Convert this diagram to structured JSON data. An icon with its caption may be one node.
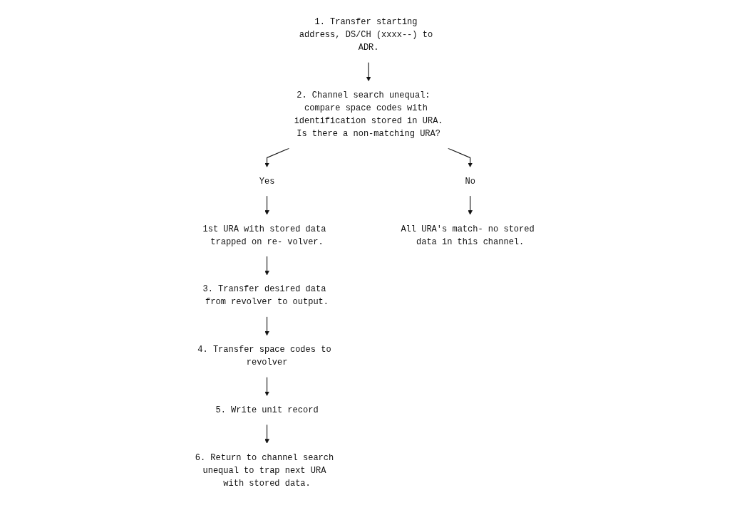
{
  "diagram": {
    "nodes": [
      {
        "text": [
          "1. Transfer starting address, DS/CH (xxxx--) to ADR."
        ]
      },
      {
        "text": [
          "2. Channel search unequal:  compare space codes with identification stored in URA.",
          "Is there a non-matching URA?"
        ]
      },
      {
        "text": [
          "Yes"
        ]
      },
      {
        "text": [
          "No"
        ]
      },
      {
        "text": [
          "1st URA with stored data trapped on re- volver."
        ]
      },
      {
        "text": [
          "3. Transfer desired data from revolver to output."
        ]
      },
      {
        "text": [
          "4. Transfer space codes to revolver"
        ]
      },
      {
        "text": [
          "5. Write unit record"
        ]
      },
      {
        "text": [
          "6. Return to channel search unequal to trap next URA with stored data."
        ]
      },
      {
        "text": [
          "All URA's match- no stored data in this channel."
        ]
      }
    ],
    "edges": [
      {
        "from": 0,
        "to": 1,
        "arrow": "to"
      },
      {
        "from": 1,
        "to": 2,
        "arrow": "to"
      },
      {
        "from": 1,
        "to": 3,
        "arrow": "to"
      },
      {
        "from": 2,
        "to": 4,
        "arrow": "to"
      },
      {
        "from": 3,
        "to": 9,
        "arrow": "to"
      },
      {
        "from": 4,
        "to": 5,
        "arrow": "to"
      },
      {
        "from": 5,
        "to": 6,
        "arrow": "to"
      },
      {
        "from": 6,
        "to": 7,
        "arrow": "to"
      },
      {
        "from": 7,
        "to": 8,
        "arrow": "to"
      }
    ]
  }
}
